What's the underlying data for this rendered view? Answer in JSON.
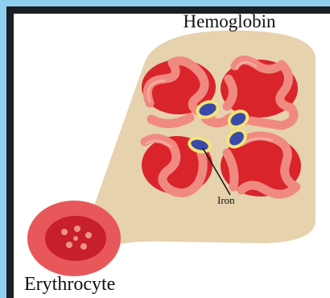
{
  "labels": {
    "title": "Hemoglobin",
    "cell": "Erythrocyte",
    "iron": "Iron"
  },
  "colors": {
    "frame_outer": "#8fd0f0",
    "frame_inner": "#1a1f24",
    "callout": "#e6d2ad",
    "globin_dark": "#d9242c",
    "globin_light": "#f08a80",
    "heme_ring": "#f3e37a",
    "heme_iron": "#3a4aa8",
    "cell_outer": "#e8575a",
    "cell_inner": "#c8202a"
  }
}
